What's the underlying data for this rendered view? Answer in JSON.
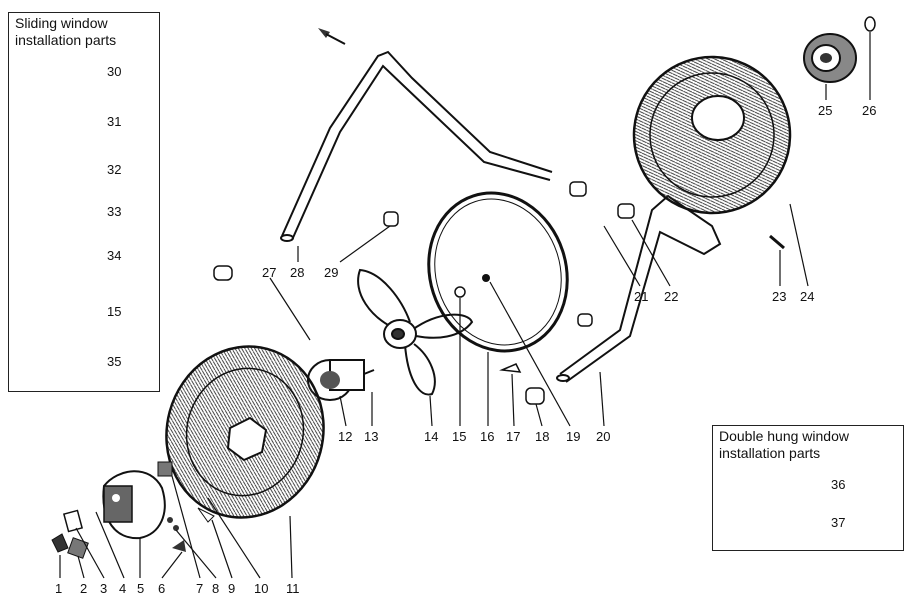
{
  "legend_sliding": {
    "title_line1": "Sliding window",
    "title_line2": "installation parts",
    "items": [
      {
        "number": "30",
        "icon": "bolt-icon"
      },
      {
        "number": "31",
        "icon": "wing-nut-icon"
      },
      {
        "number": "32",
        "icon": "hex-nut-icon"
      },
      {
        "number": "33",
        "icon": "screw-icon"
      },
      {
        "number": "34",
        "icon": "carriage-bolt-icon"
      },
      {
        "number": "15",
        "icon": "lock-nut-icon"
      },
      {
        "number": "35",
        "icon": "u-bracket-icon"
      }
    ]
  },
  "legend_double": {
    "title_line1": "Double hung window",
    "title_line2": "installation parts",
    "items": [
      {
        "number": "36",
        "icon": "screw-icon"
      },
      {
        "number": "37",
        "icon": "bracket-icon"
      }
    ]
  },
  "callouts": [
    "1",
    "2",
    "3",
    "4",
    "5",
    "6",
    "7",
    "8",
    "9",
    "10",
    "11",
    "12",
    "13",
    "14",
    "15",
    "16",
    "17",
    "18",
    "19",
    "20",
    "21",
    "22",
    "23",
    "24",
    "25",
    "26",
    "27",
    "28",
    "29"
  ],
  "colors": {
    "ink": "#111111",
    "paper": "#ffffff"
  }
}
